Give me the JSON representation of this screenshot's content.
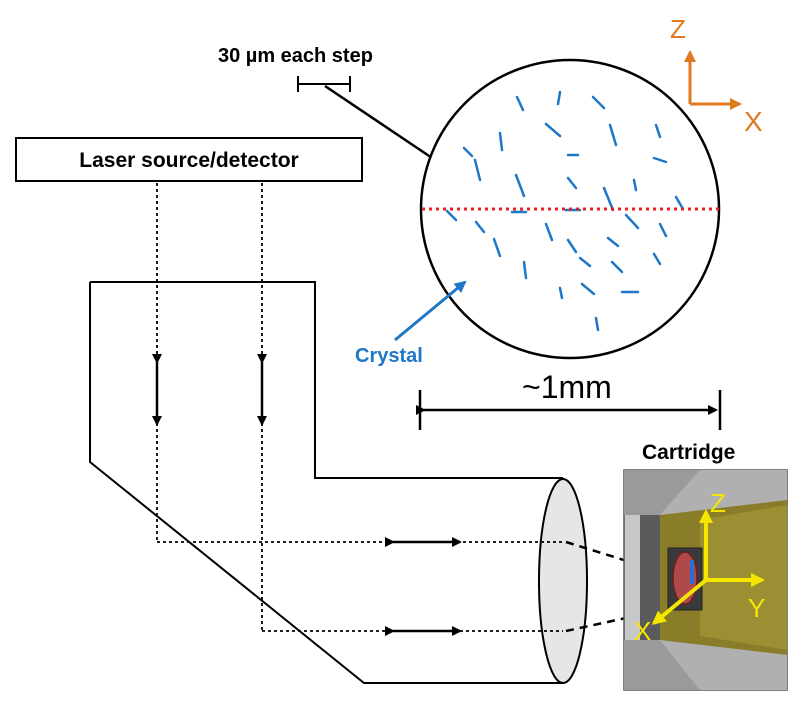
{
  "labels": {
    "step": "30 µm each step",
    "laser": "Laser source/detector",
    "crystal": "Crystal",
    "scale": "~1mm",
    "cartridge": "Cartridge"
  },
  "axes_sample": {
    "z": "Z",
    "x": "X"
  },
  "axes_cartridge": {
    "z": "Z",
    "x": "X",
    "y": "Y"
  },
  "colors": {
    "axes_sample": "#e07a1f",
    "crystal": "#1f77c8",
    "scan_line": "#e82020",
    "axes_cartridge": "#f5e600"
  }
}
